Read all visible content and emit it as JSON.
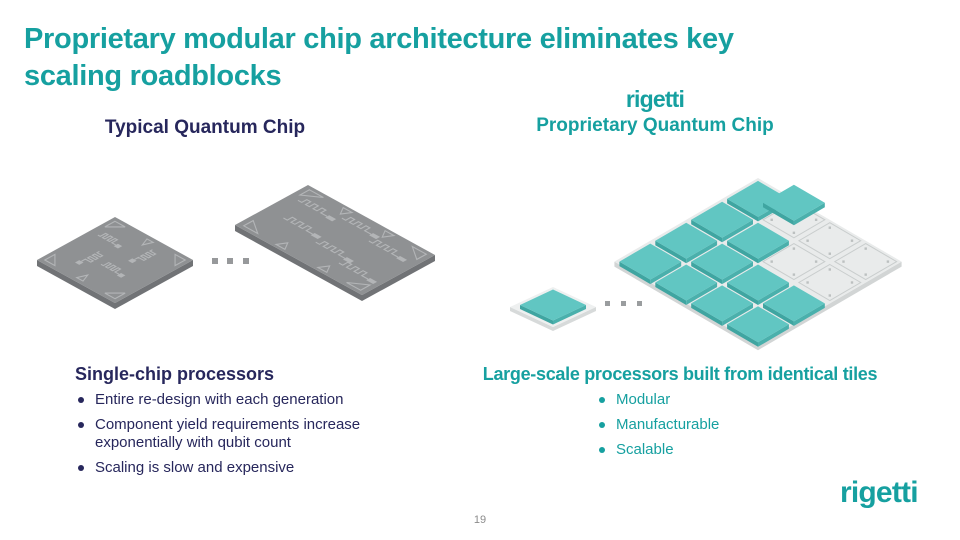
{
  "slide": {
    "title_line1": "Proprietary modular chip architecture eliminates key",
    "title_line2": "scaling roadblocks",
    "page_number": "19"
  },
  "brand": {
    "wordmark": "rigetti",
    "teal": "#16a0a0",
    "navy": "#27275c"
  },
  "left_panel": {
    "heading": "Typical Quantum Chip",
    "subheading": "Single-chip processors",
    "bullets": [
      "Entire re-design with each generation",
      "Component yield requirements increase exponentially with qubit count",
      "Scaling is slow and expensive"
    ]
  },
  "right_panel": {
    "logo_text": "rigetti",
    "heading": "Proprietary Quantum Chip",
    "subheading": "Large-scale processors built from identical tiles",
    "bullets": [
      "Modular",
      "Manufacturable",
      "Scalable"
    ]
  },
  "illustrations": {
    "left_chips": {
      "description": "Two gray single-chip quantum processors with superconducting circuit traces, ellipsis between them",
      "colors": {
        "chip_top": "#8f9193",
        "chip_side": "#717376",
        "trace": "#b3b5b7",
        "dots": "#97999b"
      }
    },
    "right_board": {
      "description": "Single teal tile chip, ellipsis, then 4x4 carrier board partially populated with identical teal tiles; one tile hovers above an empty socket",
      "grid_rows": 4,
      "grid_cols": 4,
      "cells": [
        [
          "tile",
          "empty",
          "empty",
          "empty"
        ],
        [
          "tile",
          "tile",
          "empty",
          "empty"
        ],
        [
          "tile",
          "tile",
          "tile",
          "tile"
        ],
        [
          "tile",
          "tile",
          "tile",
          "tile"
        ]
      ],
      "floating_tile_cell": {
        "i": 1,
        "j": 0,
        "lift": 17
      },
      "colors": {
        "tile_top": "#61c6c2",
        "tile_side_left": "#3fa5a1",
        "tile_side_right": "#4ab0ac",
        "board_top": "#e9ebeb",
        "board_side": "#d2d5d5",
        "cell_outline": "#c9cdcd",
        "cell_dot": "#bcc0c0",
        "base_top": "#eef0f0",
        "base_side": "#d7dada",
        "dots": "#9a9d9f"
      }
    }
  }
}
